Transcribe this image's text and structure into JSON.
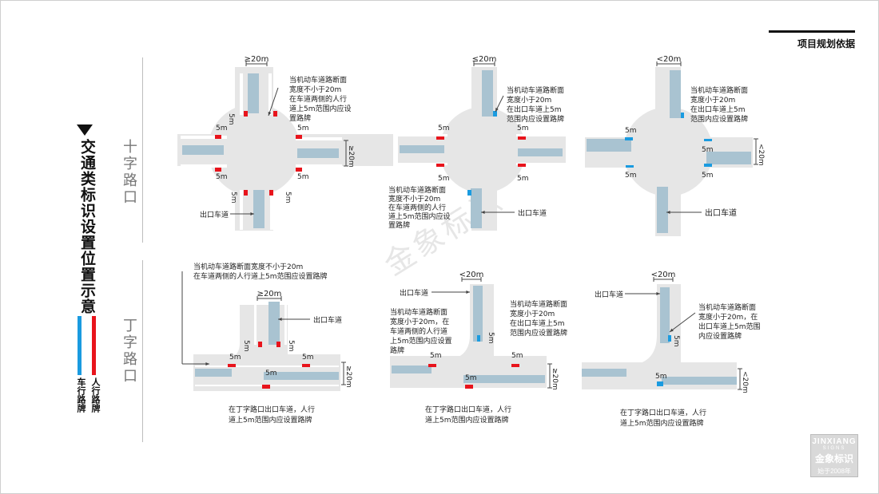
{
  "header": {
    "title": "项目规划依据"
  },
  "side": {
    "title": "交通类标识设置位置示意",
    "legend": {
      "vehicle": "车行路牌",
      "pedestrian": "人行路牌"
    }
  },
  "sections": {
    "crossroad": "十字路口",
    "tjunction": "丁字路口"
  },
  "colors": {
    "road": "#e6e6e6",
    "lane": "#a9c3d1",
    "vehicle_sign": "#1a9be0",
    "pedestrian_sign": "#e8141c"
  },
  "labels": {
    "ge20m": "≥20m",
    "le20m": "≤20m",
    "lt20m": "<20m",
    "m5": "5m",
    "exit_lane": "出口车道",
    "c1_note": [
      "当机动车道路断面",
      "宽度不小于20m",
      "在车道两侧的人行",
      "道上5m范围内应设",
      "置路牌"
    ],
    "c2_note_top": [
      "当机动车道路断面",
      "宽度小于20m",
      "在出口车道上5m",
      "范围内应设置路牌"
    ],
    "c2_note_bottom": [
      "当机动车道路断面",
      "宽度不小于20m",
      "在车道两侧的人行",
      "道上5m范围内应设",
      "置路牌"
    ],
    "c3_note": [
      "当机动车道路断面",
      "宽度小于20m",
      "在出口车道上5m",
      "范围内应设置路牌"
    ],
    "t1_note": [
      "当机动车道路断面宽度不小于20m",
      "在车道两侧的人行道上5m范围应设置路牌"
    ],
    "t2_note": [
      "当机动车道路断面",
      "宽度小于20m，在",
      "车道两侧的人行道",
      "上5m范围内应设置",
      "路牌"
    ],
    "t3_note": [
      "当机动车道路断面",
      "宽度小于20m，在",
      "出口车道上5m范围",
      "内应设置路牌"
    ],
    "t_bottom_note": [
      "在丁字路口出口车道，人行",
      "道上5m范围内应设置路牌"
    ]
  },
  "watermark": "金象标识",
  "logo": {
    "line1": "JINXIANG",
    "line2": "SIGNS",
    "line3": "金象标识",
    "line4": "始于2008年"
  }
}
